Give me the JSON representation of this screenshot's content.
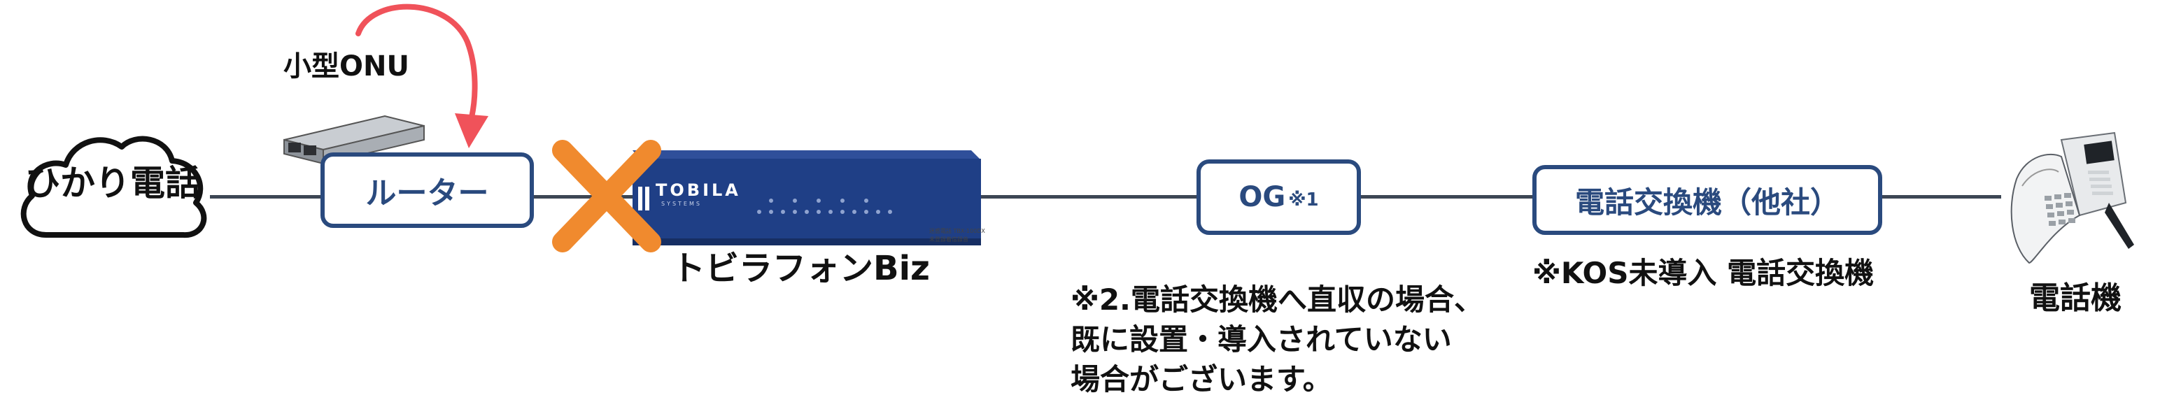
{
  "nodes": {
    "hikari": "ひかり電話",
    "router": "ルーター",
    "og": "OG",
    "og_note_mark": "※1",
    "pbx": "電話交換機（他社）",
    "tobila": "トビラフォンBiz",
    "phone": "電話機"
  },
  "onu_label": "小型ONU",
  "device": {
    "brand": "TOBILA",
    "brand_sub": "SYSTEMS",
    "model_line1": "迷惑電話 TBX-100DX",
    "model_line2": "未登録着信録音"
  },
  "notes": {
    "pbx_note": "※KOS未導入 電話交換機",
    "og_note_lines": [
      "※2.電話交換機へ直収の場合、",
      "既に設置・導入されていない",
      "場合がございます。"
    ]
  },
  "colors": {
    "box_border": "#2a4a7e",
    "line": "#3d4654",
    "cross": "#f08a2e",
    "arrow": "#f0525a",
    "device_body": "#1f3f86"
  }
}
